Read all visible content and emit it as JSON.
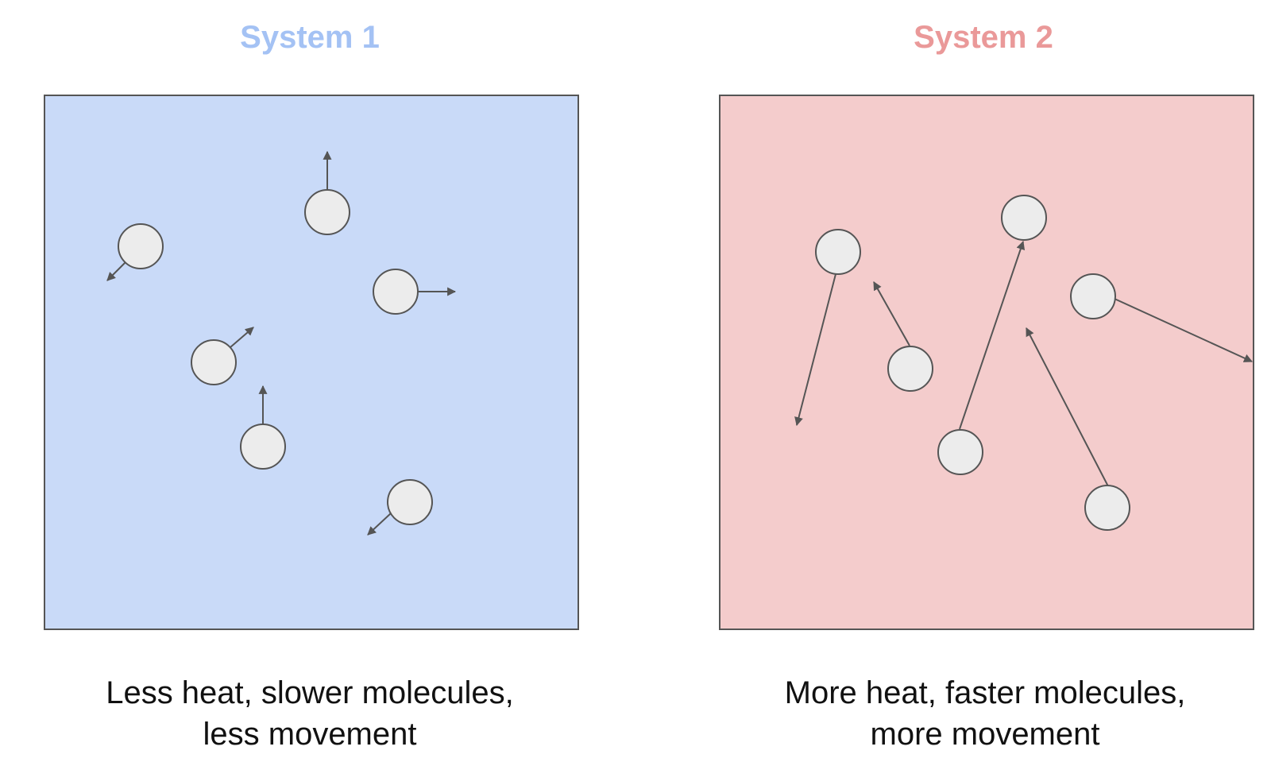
{
  "colors": {
    "arrow": "#555555",
    "molecule_fill": "#ececec",
    "molecule_stroke": "#555555",
    "box_stroke": "#555555"
  },
  "systems": [
    {
      "title": "System 1",
      "title_color": "#a4c2f4",
      "box_color": "#c9daf8",
      "caption_line1": "Less heat, slower molecules,",
      "caption_line2": "less movement"
    },
    {
      "title": "System 2",
      "title_color": "#ea9999",
      "box_color": "#f4cccc",
      "caption_line1": "More heat, faster molecules,",
      "caption_line2": "more movement"
    }
  ]
}
